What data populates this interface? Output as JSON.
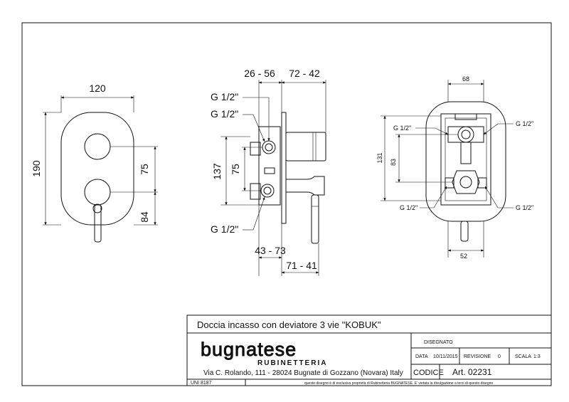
{
  "views": {
    "front": {
      "width_dim": "120",
      "height_dim": "190",
      "spacing_dim": "75",
      "lower_dim": "84"
    },
    "side": {
      "top_left_dim": "26 - 56",
      "top_right_dim": "72 - 42",
      "conn_1": "G 1/2\"",
      "conn_2": "G 1/2\"",
      "conn_3": "G 1/2\"",
      "height_dim": "137",
      "spacing_dim": "75",
      "bottom_left_dim": "43 - 73",
      "bottom_right_dim": "71 - 41"
    },
    "rear": {
      "width_top": "68",
      "width_bottom": "52",
      "height_outer": "131",
      "height_inner": "83",
      "conn_tl": "G 1/2\"",
      "conn_tr": "G 1/2\"",
      "conn_bl": "G 1/2\"",
      "conn_br": "G 1/2\""
    }
  },
  "title_block": {
    "title": "Doccia incasso con deviatore 3 vie \"KOBUK\"",
    "logo_main": "bugnatese",
    "logo_sub": "RUBINETTERIA",
    "address": "Via C. Rolando, 111 - 28024 Bugnate di Gozzano (Novara) Italy",
    "disegnato_label": "DISEGNATO",
    "data_label": "DATA",
    "data_value": "10/11/2015",
    "revisione_label": "REVISIONE",
    "revisione_value": "0",
    "scala_label": "SCALA",
    "scala_value": "1:3",
    "codice_label": "CODICE",
    "codice_value": "Art. 02231",
    "uni_label": "UNI 8187",
    "disclaimer": "questo disegno è di esclusiva proprietà di Rubinetteria BUGNATESE. E' vietata la divulgazione a terzi di questo disegno"
  }
}
